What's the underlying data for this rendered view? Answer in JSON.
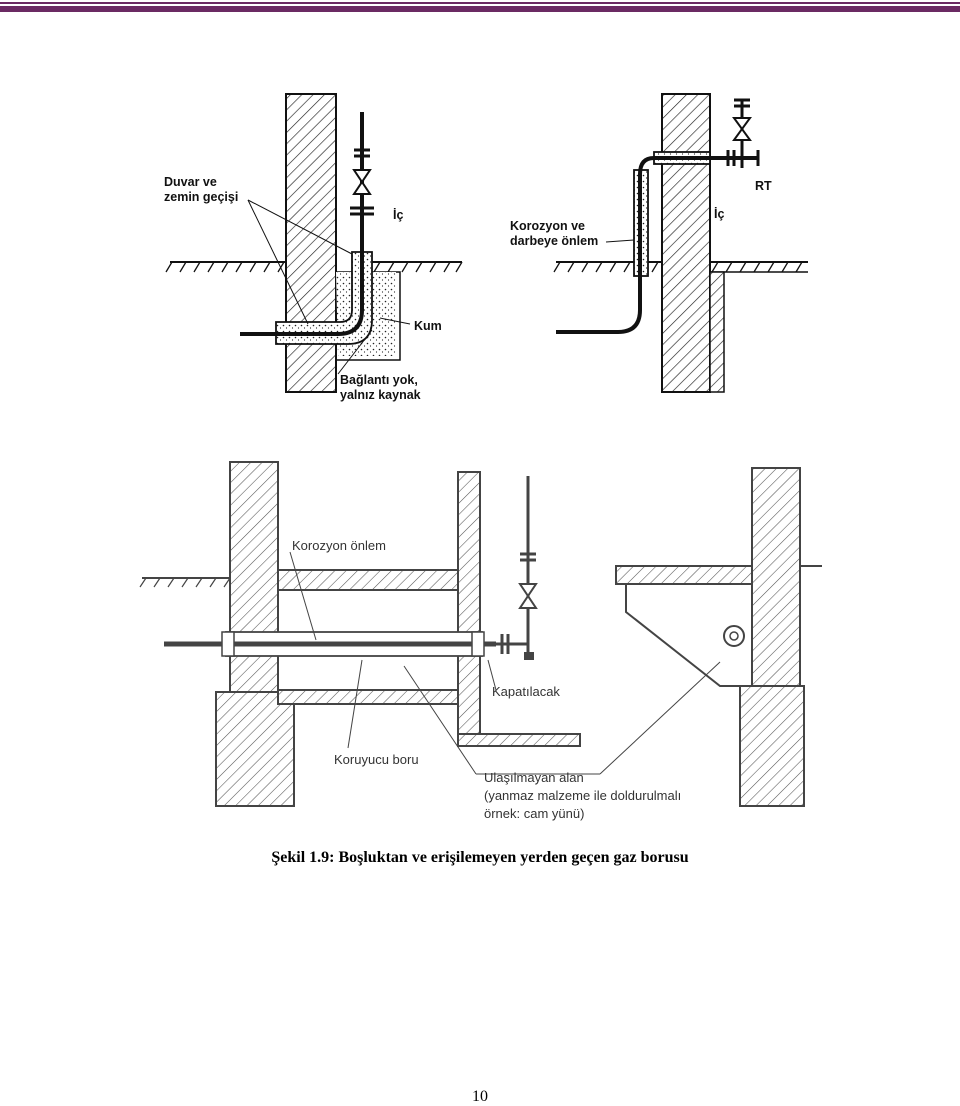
{
  "colors": {
    "accent": "#6b2a63",
    "ink": "#111111"
  },
  "figures": {
    "top_left": {
      "wall_label_l1": "Duvar ve",
      "wall_label_l2": "zemin geçişi",
      "inside": "İç",
      "sand": "Kum",
      "joint_l1": "Bağlantı yok,",
      "joint_l2": "yalnız kaynak"
    },
    "top_right": {
      "prot_l1": "Korozyon ve",
      "prot_l2": "darbeye önlem",
      "inside": "İç",
      "rt": "RT"
    },
    "bottom": {
      "corrosion": "Korozyon önlem",
      "sealed": "Kapatılacak",
      "protective_pipe": "Koruyucu boru",
      "inaccessible_l1": "Ulaşılmayan alan",
      "inaccessible_l2": "(yanmaz malzeme ile doldurulmalı",
      "inaccessible_l3": "örnek: cam yünü)"
    }
  },
  "caption": "Şekil 1.9: Boşluktan ve erişilemeyen yerden geçen gaz borusu",
  "page_number": "10"
}
